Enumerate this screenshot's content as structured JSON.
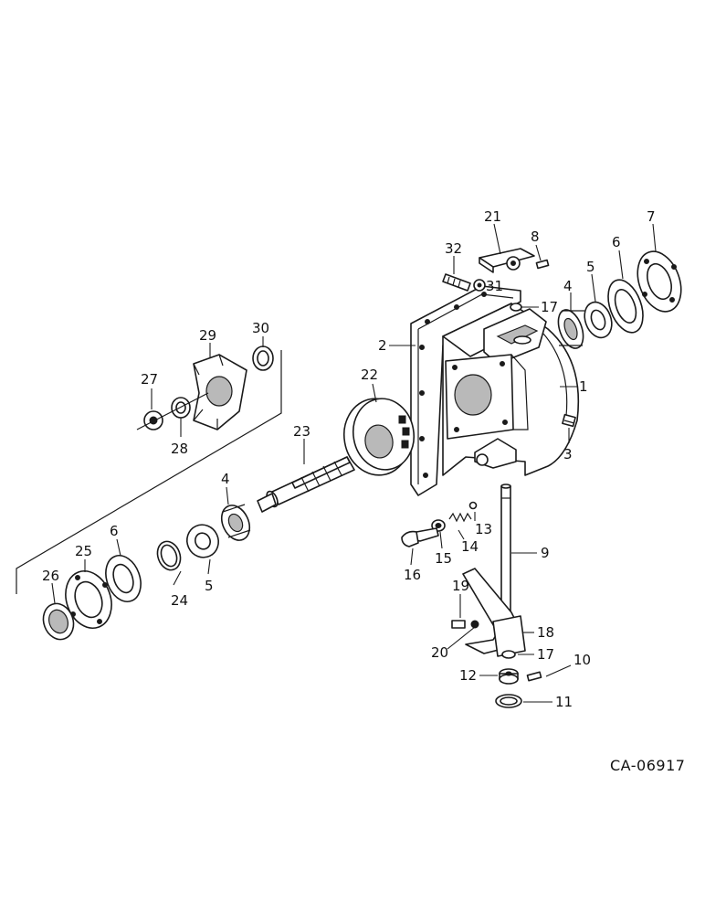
{
  "drawing_code": "CA-06917",
  "callouts": {
    "c1": "1",
    "c2": "2",
    "c3": "3",
    "c4a": "4",
    "c4b": "4",
    "c5a": "5",
    "c5b": "5",
    "c6a": "6",
    "c6b": "6",
    "c7": "7",
    "c8": "8",
    "c9": "9",
    "c10": "10",
    "c11": "11",
    "c12": "12",
    "c13": "13",
    "c14": "14",
    "c15": "15",
    "c16": "16",
    "c17a": "17",
    "c17b": "17",
    "c18": "18",
    "c19": "19",
    "c20": "20",
    "c21": "21",
    "c22": "22",
    "c23": "23",
    "c24": "24",
    "c25": "25",
    "c26": "26",
    "c27": "27",
    "c28": "28",
    "c29": "29",
    "c30": "30",
    "c31": "31",
    "c32": "32"
  }
}
